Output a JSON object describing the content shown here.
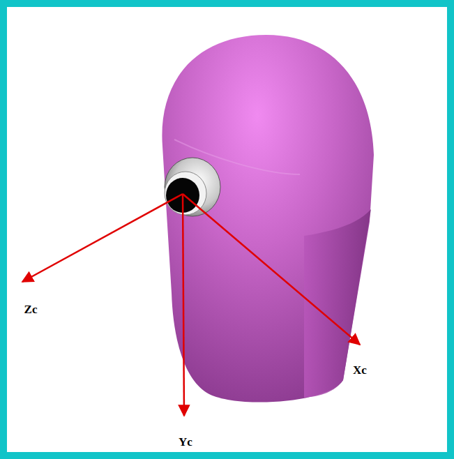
{
  "diagram": {
    "labels": [
      "Zc",
      "Yc",
      "Xc"
    ]
  }
}
